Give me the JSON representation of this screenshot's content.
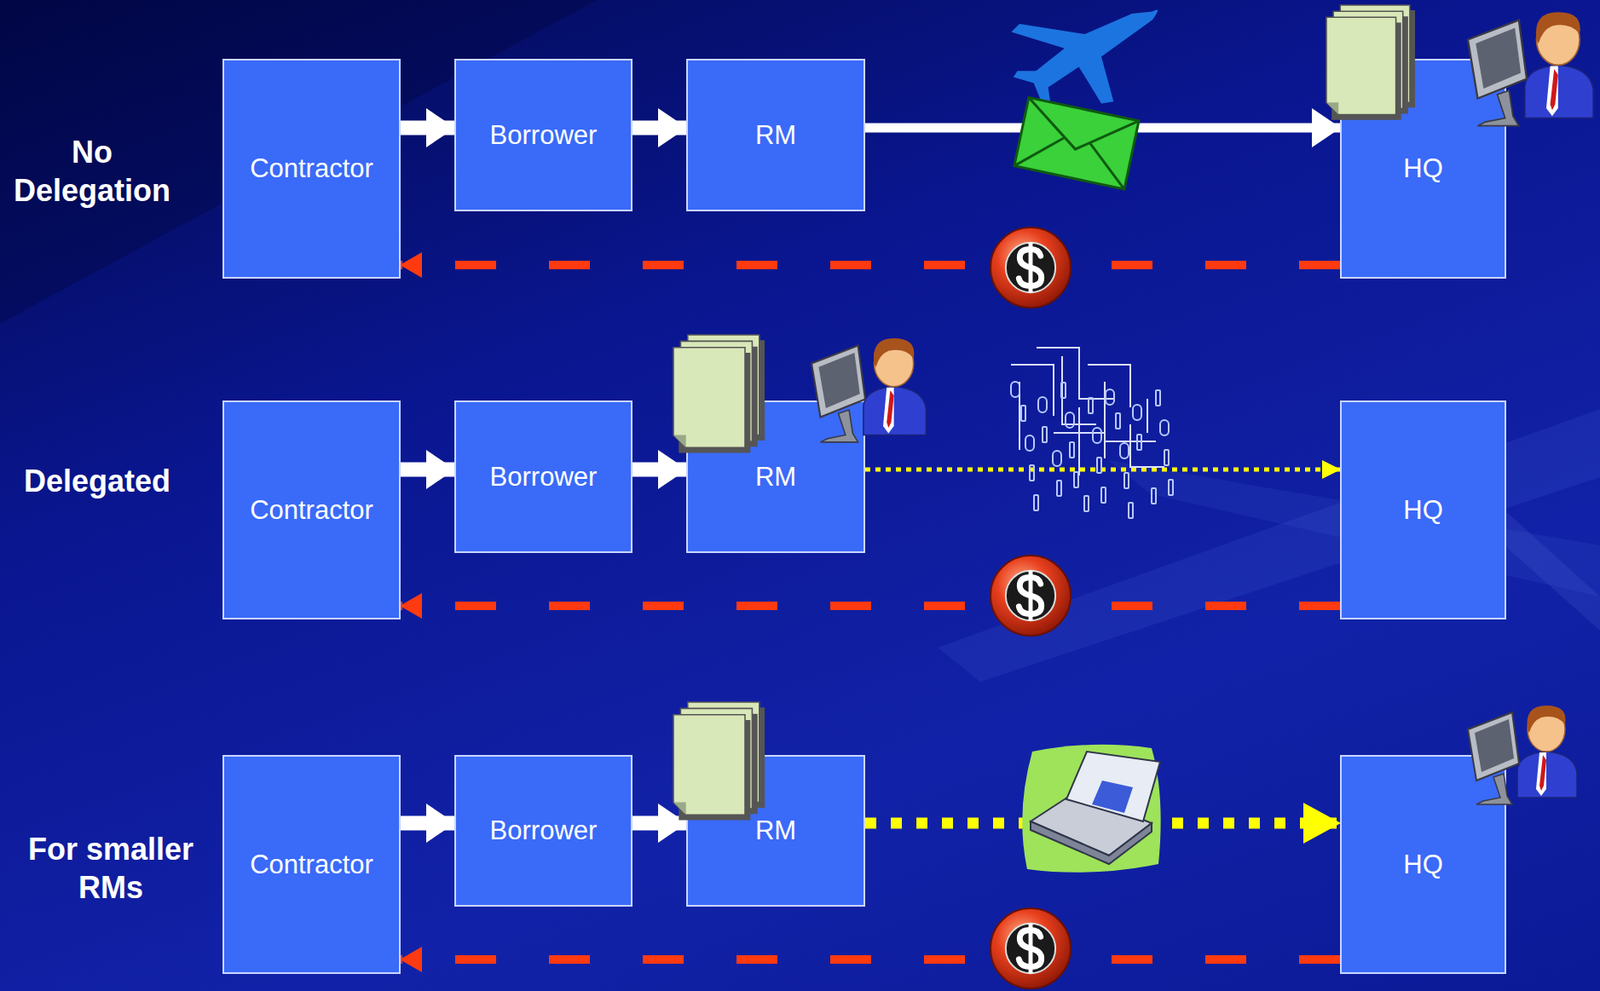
{
  "diagram": {
    "nodes": [
      {
        "text": [
          "Contractor"
        ]
      },
      {
        "text": [
          "Borrower"
        ]
      },
      {
        "text": [
          "RM"
        ]
      },
      {
        "text": [
          "HQ"
        ]
      },
      {
        "text": [
          "Contractor"
        ]
      },
      {
        "text": [
          "Borrower"
        ]
      },
      {
        "text": [
          "RM"
        ]
      },
      {
        "text": [
          "HQ"
        ]
      },
      {
        "text": [
          "Contractor"
        ]
      },
      {
        "text": [
          "Borrower"
        ]
      },
      {
        "text": [
          "RM"
        ]
      },
      {
        "text": [
          "HQ"
        ]
      }
    ],
    "edges": [
      {
        "from": 0,
        "to": 1,
        "arrow": "to"
      },
      {
        "from": 1,
        "to": 2,
        "arrow": "to"
      },
      {
        "from": 2,
        "to": 3,
        "arrow": "to"
      },
      {
        "from": 3,
        "to": 0,
        "arrow": "to"
      },
      {
        "from": 4,
        "to": 5,
        "arrow": "to"
      },
      {
        "from": 5,
        "to": 6,
        "arrow": "to"
      },
      {
        "from": 6,
        "to": 7,
        "arrow": "to"
      },
      {
        "from": 7,
        "to": 4,
        "arrow": "to"
      },
      {
        "from": 8,
        "to": 9,
        "arrow": "to"
      },
      {
        "from": 9,
        "to": 10,
        "arrow": "to"
      },
      {
        "from": 10,
        "to": 11,
        "arrow": "to"
      },
      {
        "from": 11,
        "to": 8,
        "arrow": "to"
      }
    ],
    "labels": [
      "No Delegation",
      "Delegated",
      "For smaller RMs"
    ]
  }
}
